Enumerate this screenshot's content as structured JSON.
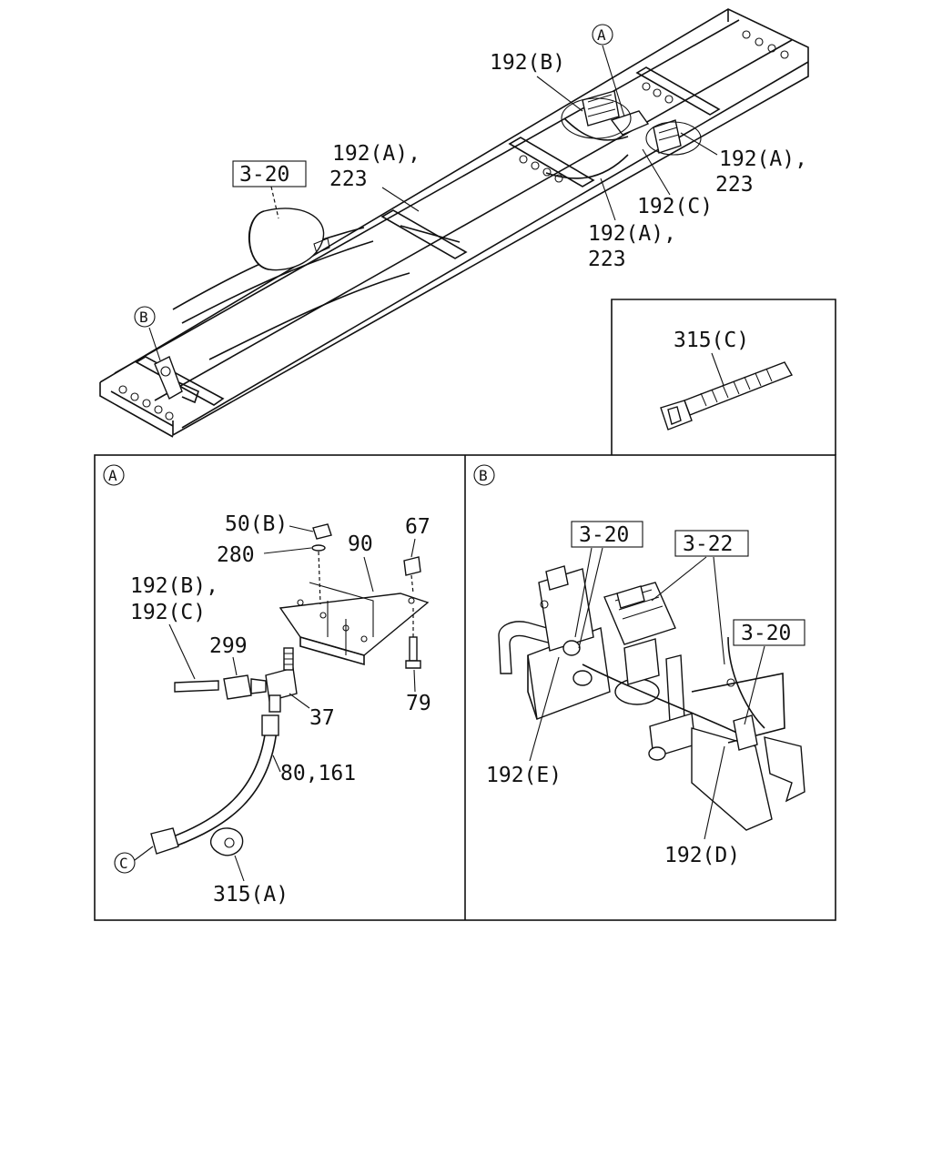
{
  "overview": {
    "callouts": [
      {
        "id": "ov-192b",
        "text": "192(B)"
      },
      {
        "id": "ov-192a-223-mid-1",
        "text": "192(A),"
      },
      {
        "id": "ov-192a-223-mid-2",
        "text": "223"
      },
      {
        "id": "ov-192a-223-right-1",
        "text": "192(A),"
      },
      {
        "id": "ov-192a-223-right-2",
        "text": "223"
      },
      {
        "id": "ov-192c",
        "text": "192(C)"
      },
      {
        "id": "ov-192a-223-low-1",
        "text": "192(A),"
      },
      {
        "id": "ov-192a-223-low-2",
        "text": "223"
      }
    ],
    "ref_box": "3-20",
    "markers": {
      "a": "A",
      "b": "B"
    }
  },
  "inset_cable_tie": {
    "label": "315(C)"
  },
  "detail_a": {
    "marker": "A",
    "labels": {
      "p50b": "50(B)",
      "p280": "280",
      "p90": "90",
      "p67": "67",
      "p192b": "192(B),",
      "p192c": "192(C)",
      "p299": "299",
      "p37": "37",
      "p79": "79",
      "p80_161": "80,161",
      "p315a": "315(A)"
    },
    "connector_marker": "C"
  },
  "detail_b": {
    "marker": "B",
    "ref_boxes": {
      "left": "3-20",
      "mid": "3-22",
      "right": "3-20"
    },
    "labels": {
      "p192e": "192(E)",
      "p192d": "192(D)"
    }
  }
}
